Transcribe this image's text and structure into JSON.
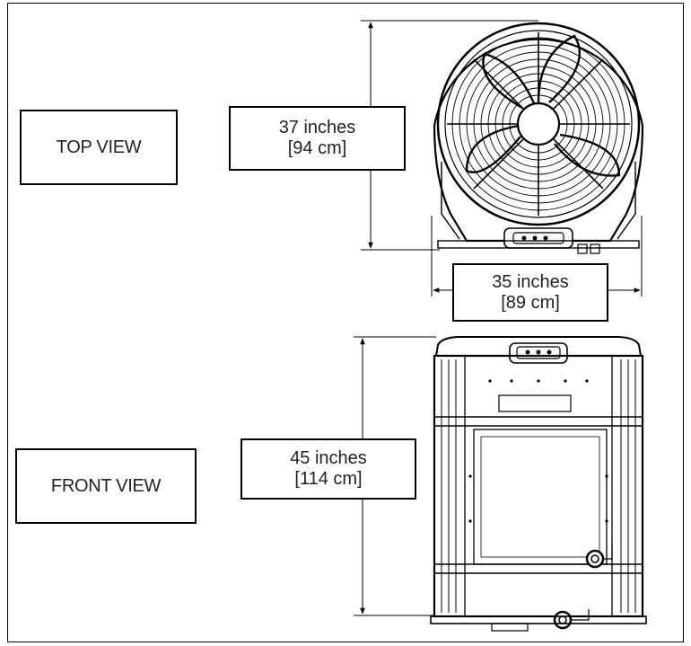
{
  "views": {
    "top": {
      "label": "TOP VIEW"
    },
    "front": {
      "label": "FRONT VIEW"
    }
  },
  "dimensions": {
    "top_height": {
      "imperial": "37 inches",
      "metric": "[94 cm]"
    },
    "top_width": {
      "imperial": "35 inches",
      "metric": "[89 cm]"
    },
    "front_height": {
      "imperial": "45 inches",
      "metric": "[114 cm]"
    }
  },
  "colors": {
    "line": "#000000",
    "background": "#ffffff",
    "text": "#222222"
  }
}
